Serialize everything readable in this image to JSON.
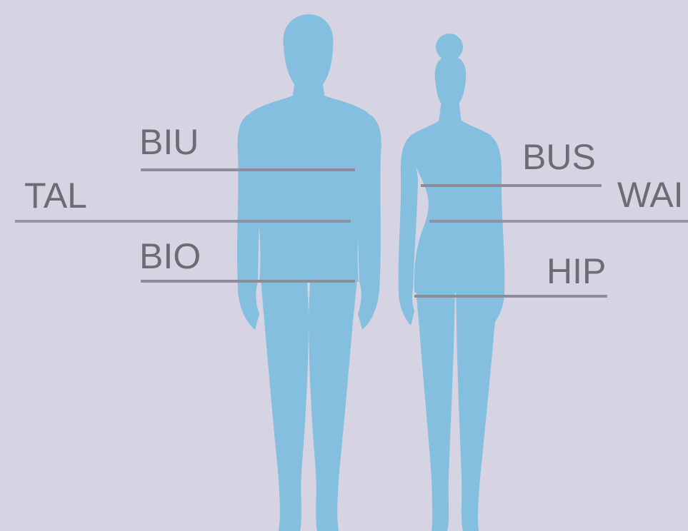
{
  "colors": {
    "background": "#d6d4e2",
    "figure": "#84bfdf",
    "label_text": "#6e6b74",
    "measure_line": "#8e8c98"
  },
  "figures": [
    {
      "name": "male-silhouette"
    },
    {
      "name": "female-silhouette"
    }
  ],
  "labels": {
    "biu": "BIU",
    "tal": "TAL",
    "bio": "BIO",
    "bus": "BUS",
    "wai": "WAI",
    "hip": "HIP"
  }
}
